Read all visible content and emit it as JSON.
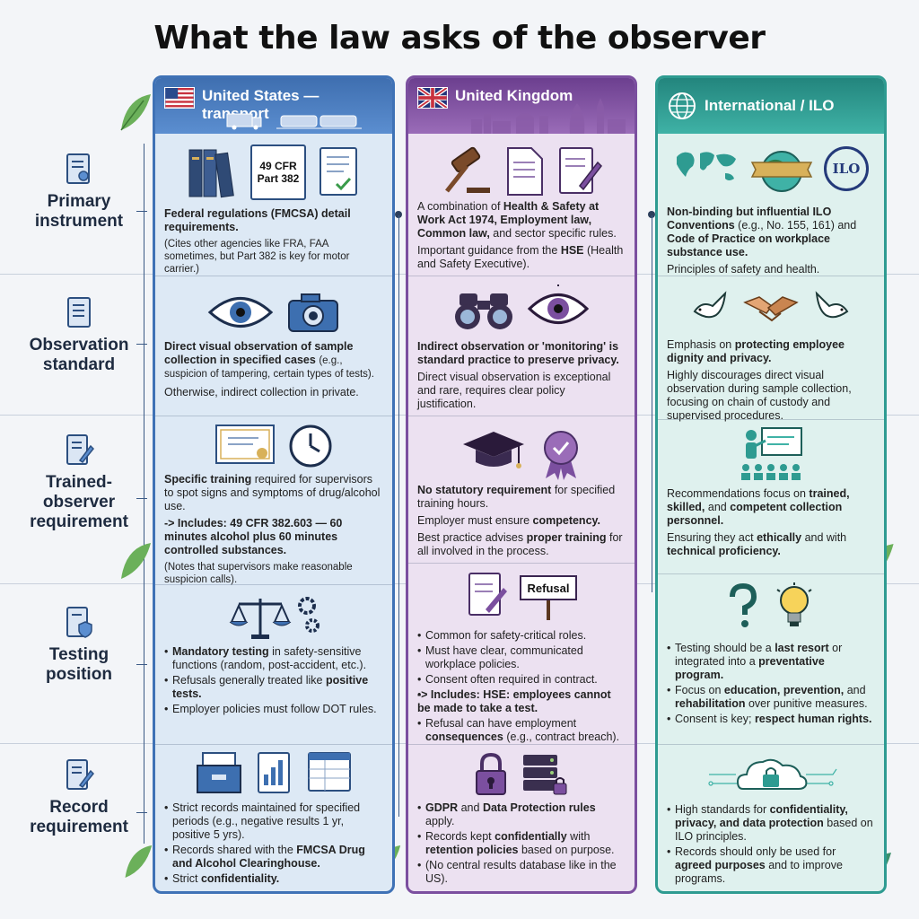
{
  "title": "What the law asks of the observer",
  "rows": [
    {
      "label": "Primary instrument"
    },
    {
      "label": "Observation standard"
    },
    {
      "label": "Trained-observer requirement"
    },
    {
      "label": "Testing position"
    },
    {
      "label": "Record requirement"
    }
  ],
  "columns": {
    "us": {
      "header": "United States — transport",
      "reg_icon_text": "49 CFR Part 382",
      "primary": {
        "bold": "Federal regulations (FMCSA) detail requirements.",
        "note": "(Cites other agencies like FRA, FAA sometimes, but Part 382 is key for motor carrier.)"
      },
      "observation": {
        "bold": "Direct visual observation of sample collection in specified cases",
        "note": "(e.g., suspicion of tampering, certain types of tests).",
        "extra": "Otherwise, indirect collection in private."
      },
      "trained": {
        "bold1": "Specific training",
        "text1": "required for supervisors to spot signs and symptoms of drug/alcohol use.",
        "bold2": "-> Includes: 49 CFR 382.603 — 60 minutes alcohol plus 60 minutes controlled substances.",
        "note": "(Notes that supervisors make reasonable suspicion calls)."
      },
      "testing": [
        {
          "bold": "Mandatory testing",
          "text": " in safety-sensitive functions (random, post-accident, etc.)."
        },
        {
          "bold": "",
          "text": "Refusals generally treated like ",
          "bold2": "positive tests."
        },
        {
          "bold": "",
          "text": "Employer policies must follow DOT rules."
        }
      ],
      "records": [
        {
          "text": "Strict records maintained for specified periods (e.g., negative results 1 yr, positive 5 yrs)."
        },
        {
          "text": "Records shared with the ",
          "bold2": "FMCSA Drug and Alcohol Clearinghouse."
        },
        {
          "text": "Strict ",
          "bold2": "confidentiality."
        }
      ]
    },
    "uk": {
      "header": "United Kingdom",
      "refusal_sign": "Refusal",
      "primary": {
        "text": "A combination of ",
        "bold": "Health & Safety at Work Act 1974, Employment law, Common law,",
        "text2": " and sector specific rules.",
        "text3": "Important guidance from the ",
        "bold3": "HSE",
        "text4": " (Health and Safety Executive)."
      },
      "observation": {
        "bold": "Indirect observation or 'monitoring' is standard practice to preserve privacy.",
        "text": "Direct visual observation is exceptional and rare, requires clear policy justification."
      },
      "trained": {
        "bold": "No statutory requirement",
        "text": " for specified training hours.",
        "text2": "Employer must ensure ",
        "bold2": "competency.",
        "text3": "Best practice advises ",
        "bold3": "proper training",
        "text4": " for all involved in the process."
      },
      "testing": [
        {
          "text": "Common for safety-critical roles."
        },
        {
          "text": "Must have clear, communicated workplace policies."
        },
        {
          "text": "Consent often required in contract."
        },
        {
          "bold": "-> Includes: HSE: employees cannot be made to take a test.",
          "arrow": true
        },
        {
          "text": "Refusal can have employment ",
          "bold2": "consequences",
          "text2": " (e.g., contract breach)."
        }
      ],
      "records": [
        {
          "bold": "GDPR",
          "text": " and ",
          "bold2": "Data Protection rules",
          "text2": " apply."
        },
        {
          "text": "Records kept ",
          "bold2": "confidentially",
          "text2": " with ",
          "bold3": "retention policies",
          "text3": " based on purpose."
        },
        {
          "text": "(No central results database like in the US)."
        }
      ]
    },
    "ilo": {
      "header": "International / ILO",
      "ilo_logo": "ILO",
      "primary": {
        "bold": "Non-binding but influential ILO Conventions",
        "text": " (e.g., No. 155, 161) and ",
        "bold2": "Code of Practice on workplace substance use.",
        "text2": "Principles of safety and health."
      },
      "observation": {
        "text": "Emphasis on ",
        "bold": "protecting employee dignity and privacy.",
        "text2": "Highly discourages direct visual observation during sample collection, focusing on chain of custody and supervised procedures."
      },
      "trained": {
        "text": "Recommendations focus on ",
        "bold": "trained, skilled,",
        "text_mid": " and ",
        "bold_b": "competent collection personnel.",
        "text2": "Ensuring they act ",
        "bold2": "ethically",
        "text3": " and with ",
        "bold3": "technical proficiency."
      },
      "testing": [
        {
          "text": "Testing should be a ",
          "bold2": "last resort",
          "text2": " or integrated into a ",
          "bold3": "preventative program."
        },
        {
          "text": "Focus on ",
          "bold2": "education, prevention,",
          "text2": " and ",
          "bold3": "rehabilitation",
          "text3": " over punitive measures."
        },
        {
          "text": "Consent is key; ",
          "bold2": "respect human rights."
        }
      ],
      "records": [
        {
          "text": "High standards for ",
          "bold2": "confidentiality, privacy, and data protection",
          "text2": " based on ILO principles."
        },
        {
          "text": "Records should only be used for ",
          "bold2": "agreed purposes",
          "text2": " and to improve programs."
        }
      ]
    }
  },
  "colors": {
    "us": "#3f72b6",
    "uk": "#7b4f9f",
    "ilo": "#2e9b91"
  }
}
